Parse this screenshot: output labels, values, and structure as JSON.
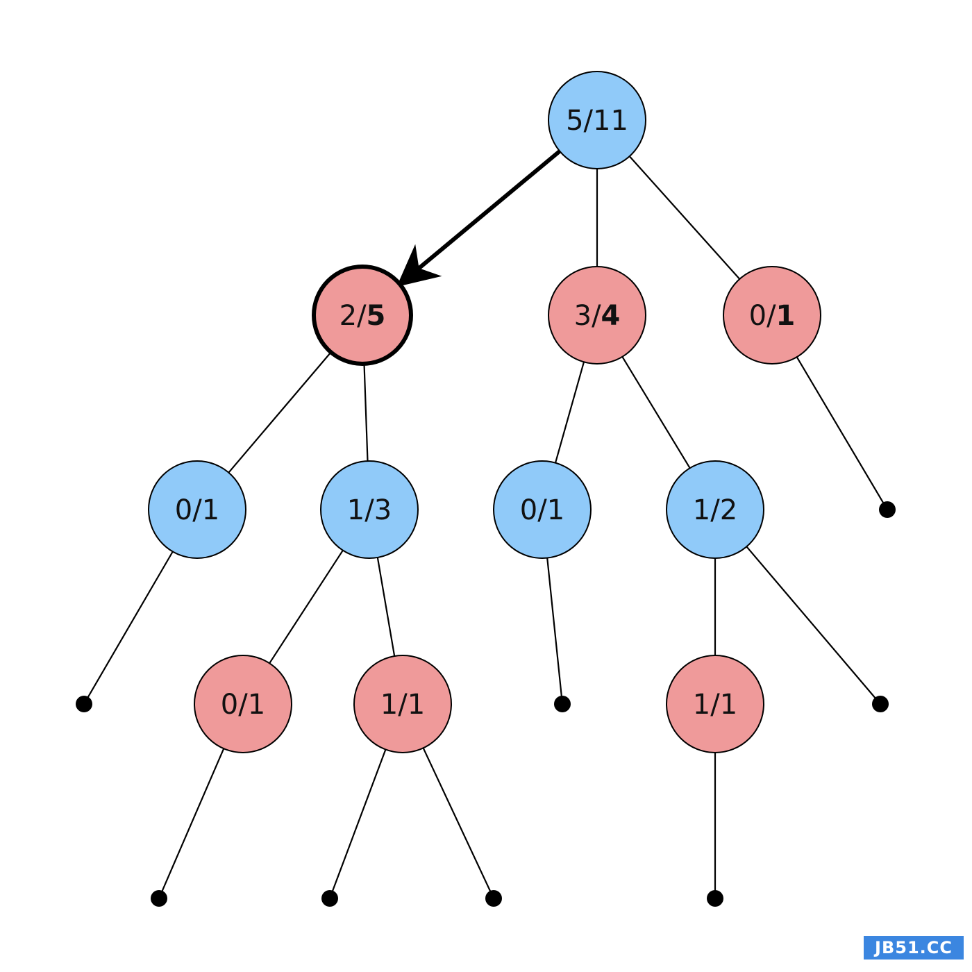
{
  "diagram": {
    "colors": {
      "blue_node": "#90caf9",
      "red_node": "#ef9a9a",
      "outline": "#000000"
    },
    "nodes": [
      {
        "id": "n-root",
        "wins": "5",
        "visits": "11",
        "color": "blue",
        "bold_visits": false,
        "selected": false,
        "parent": null
      },
      {
        "id": "n-a",
        "wins": "2",
        "visits": "5",
        "color": "red",
        "bold_visits": true,
        "selected": true,
        "parent": "n-root"
      },
      {
        "id": "n-b",
        "wins": "3",
        "visits": "4",
        "color": "red",
        "bold_visits": true,
        "selected": false,
        "parent": "n-root"
      },
      {
        "id": "n-c",
        "wins": "0",
        "visits": "1",
        "color": "red",
        "bold_visits": true,
        "selected": false,
        "parent": "n-root"
      },
      {
        "id": "n-a1",
        "wins": "0",
        "visits": "1",
        "color": "blue",
        "bold_visits": false,
        "selected": false,
        "parent": "n-a"
      },
      {
        "id": "n-a2",
        "wins": "1",
        "visits": "3",
        "color": "blue",
        "bold_visits": false,
        "selected": false,
        "parent": "n-a"
      },
      {
        "id": "n-b1",
        "wins": "0",
        "visits": "1",
        "color": "blue",
        "bold_visits": false,
        "selected": false,
        "parent": "n-b"
      },
      {
        "id": "n-b2",
        "wins": "1",
        "visits": "2",
        "color": "blue",
        "bold_visits": false,
        "selected": false,
        "parent": "n-b"
      },
      {
        "id": "n-a2a",
        "wins": "0",
        "visits": "1",
        "color": "red",
        "bold_visits": false,
        "selected": false,
        "parent": "n-a2"
      },
      {
        "id": "n-a2b",
        "wins": "1",
        "visits": "1",
        "color": "red",
        "bold_visits": false,
        "selected": false,
        "parent": "n-a2"
      },
      {
        "id": "n-b2a",
        "wins": "1",
        "visits": "1",
        "color": "red",
        "bold_visits": false,
        "selected": false,
        "parent": "n-b2"
      }
    ],
    "leaves": [
      {
        "id": "leaf-c",
        "parent": "n-c"
      },
      {
        "id": "leaf-a1",
        "parent": "n-a1"
      },
      {
        "id": "leaf-b1",
        "parent": "n-b1"
      },
      {
        "id": "leaf-b2",
        "parent": "n-b2"
      },
      {
        "id": "leaf-a2a",
        "parent": "n-a2a"
      },
      {
        "id": "leaf-a2b-1",
        "parent": "n-a2b"
      },
      {
        "id": "leaf-a2b-2",
        "parent": "n-a2b"
      },
      {
        "id": "leaf-b2a",
        "parent": "n-b2a"
      }
    ],
    "selected_edge": {
      "from": "n-root",
      "to": "n-a"
    }
  },
  "watermark": {
    "text": "JB51.CC"
  }
}
